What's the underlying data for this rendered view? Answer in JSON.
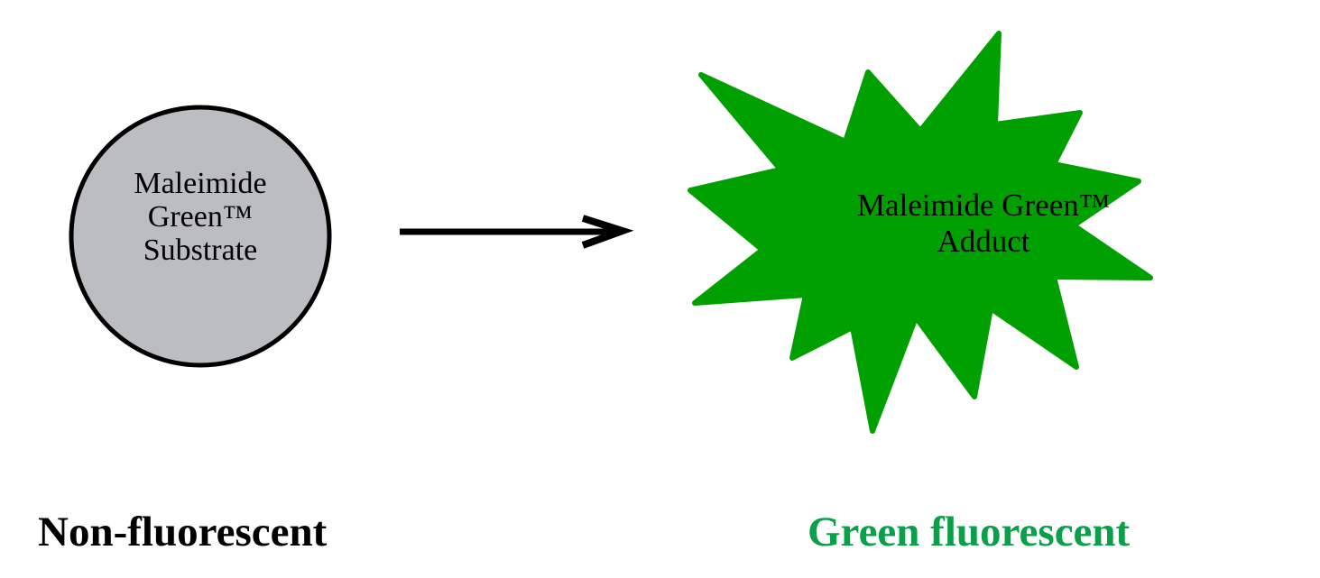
{
  "diagram": {
    "substrate": {
      "lines": [
        "Maleimide",
        "Green™",
        "Substrate"
      ],
      "fill_color": "#bcbdc0",
      "stroke_color": "#000000"
    },
    "arrow": {
      "direction": "right",
      "color": "#000000"
    },
    "adduct": {
      "lines": [
        "Maleimide Green™",
        "Adduct"
      ],
      "fill_color": "#01a001"
    },
    "captions": {
      "left": "Non-fluorescent",
      "right": "Green fluorescent",
      "left_color": "#000000",
      "right_color": "#0aa04a"
    }
  }
}
